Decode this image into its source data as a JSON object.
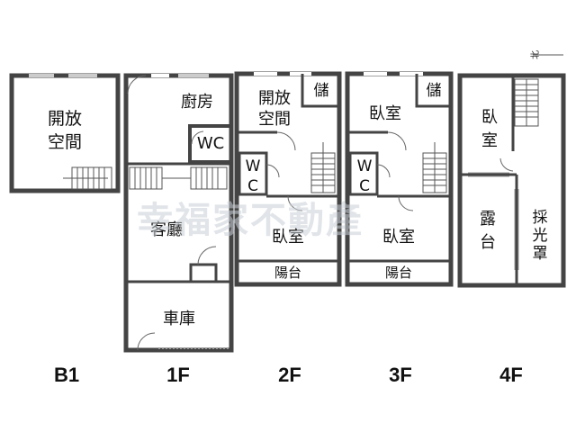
{
  "rooms": {
    "b1_open": [
      "開放",
      "空間"
    ],
    "f1_kitchen": "廚房",
    "f1_wc": "WC",
    "f1_living": "客廳",
    "f1_garage": "車庫",
    "f2_open": [
      "開放",
      "空間"
    ],
    "f2_storage": "儲",
    "f2_wc": [
      "W",
      "C"
    ],
    "f2_bedroom": "臥室",
    "f2_balcony": "陽台",
    "f3_bedroom_top": "臥室",
    "f3_storage": "儲",
    "f3_wc": [
      "W",
      "C"
    ],
    "f3_bedroom": "臥室",
    "f3_balcony": "陽台",
    "f4_bedroom": [
      "臥",
      "室"
    ],
    "f4_terrace": [
      "露",
      "台"
    ],
    "f4_skylight": [
      "採",
      "光",
      "罩"
    ]
  },
  "floor_labels": [
    "B1",
    "1F",
    "2F",
    "3F",
    "4F"
  ],
  "watermark": "幸福家不動產",
  "compass_label": "北",
  "colors": {
    "wall": "#444444",
    "thin": "#777777",
    "watermark": "#c9cfd6"
  }
}
